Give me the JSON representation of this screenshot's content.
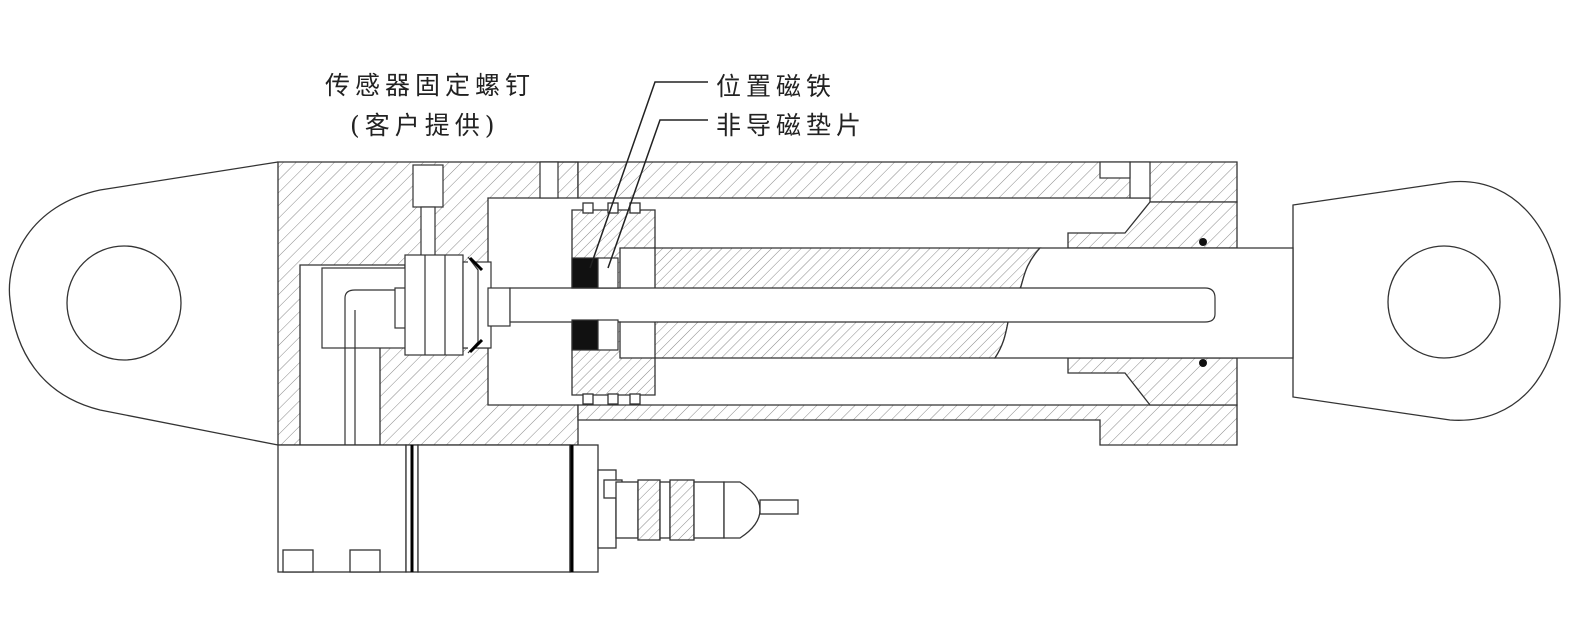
{
  "labels": {
    "sensor_screw_line1": "传感器固定螺钉",
    "sensor_screw_line2": "(客户提供)",
    "magnet": "位置磁铁",
    "spacer": "非导磁垫片"
  },
  "colors": {
    "line": "#333333",
    "hatch": "#7a7a7a",
    "magnet_fill": "#111111",
    "background": "#ffffff"
  }
}
